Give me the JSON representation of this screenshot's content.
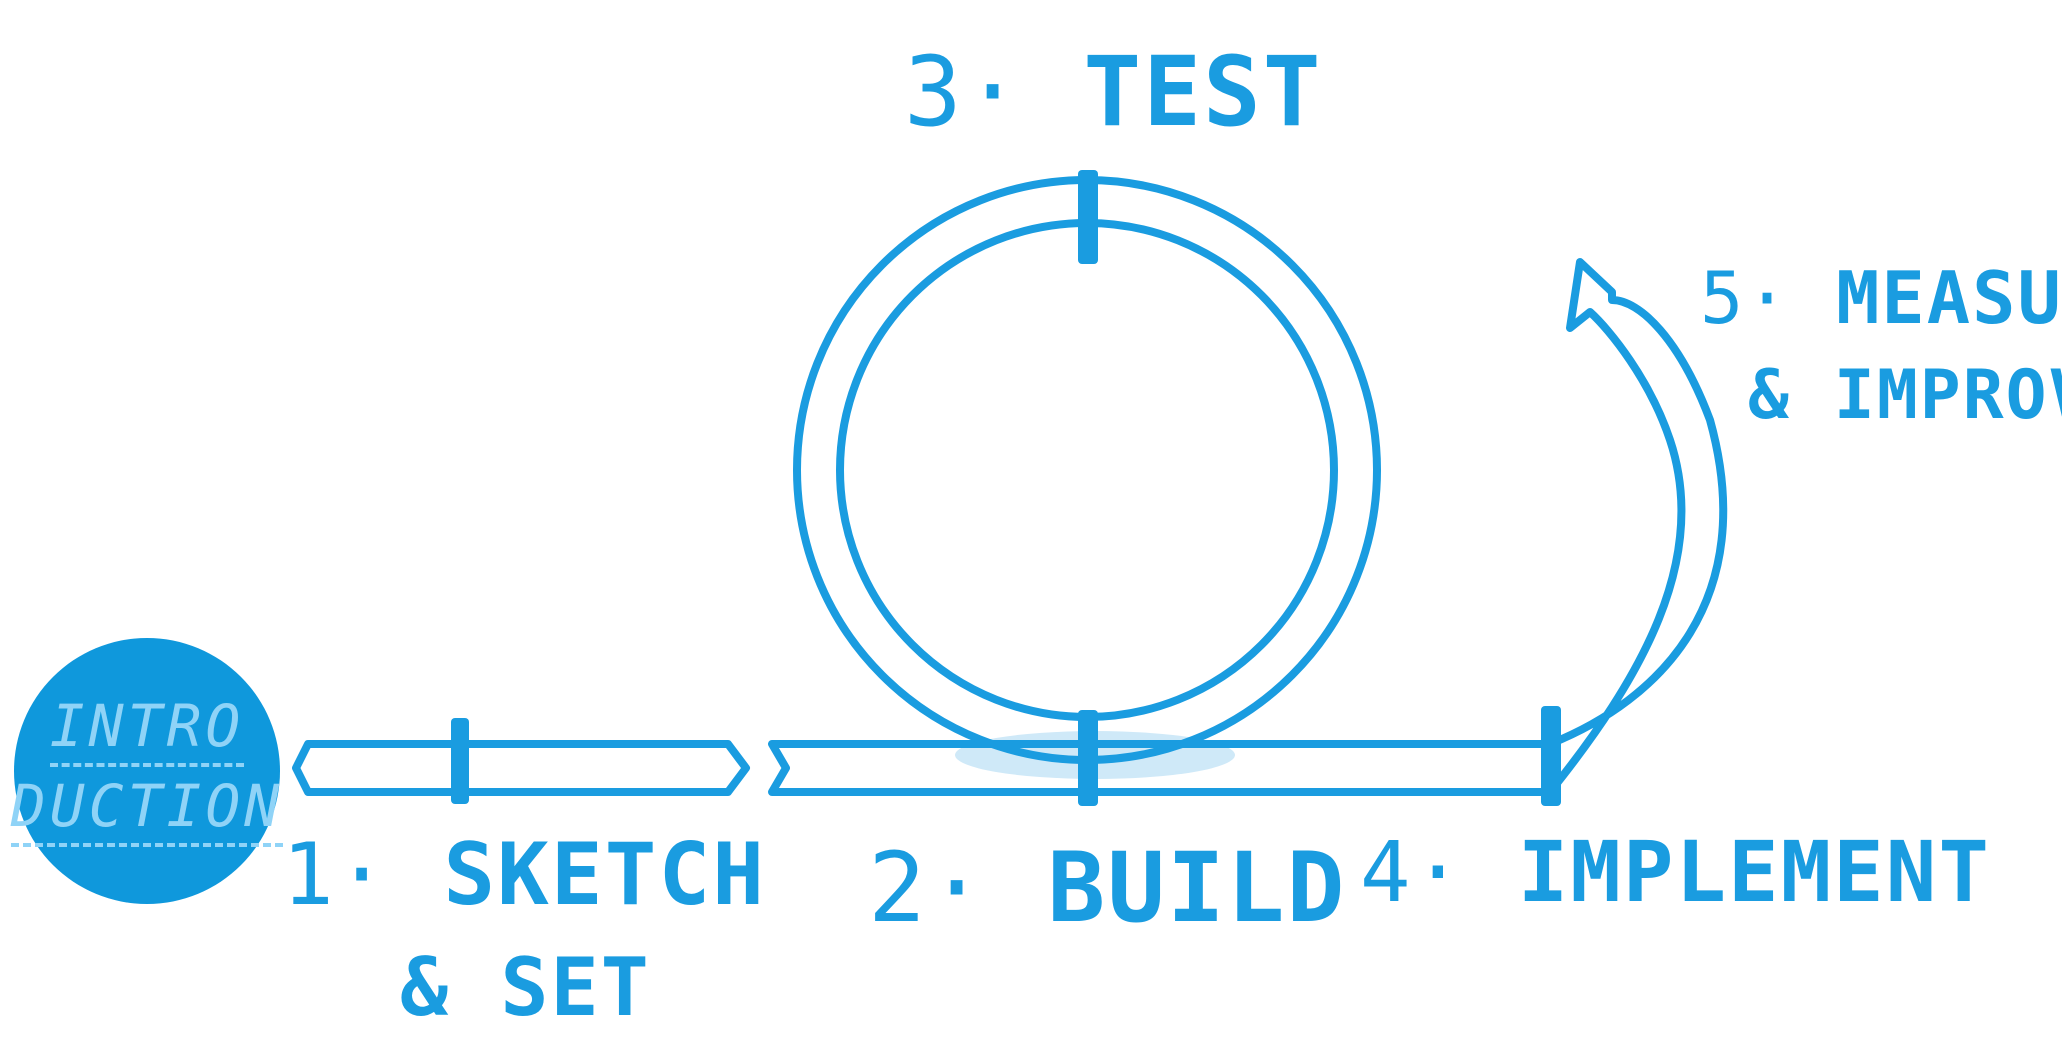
{
  "colors": {
    "stroke": "#1a9ce0",
    "intro_fill": "#0f98dc",
    "intro_text": "#8fd3f7",
    "highlight": "#cfe9f8",
    "background": "#ffffff"
  },
  "intro": {
    "line1": "INTRO",
    "line2": "DUCTION"
  },
  "steps": {
    "step1": {
      "number": "1·",
      "line1": "SKETCH",
      "line2": "& SET"
    },
    "step2": {
      "number": "2·",
      "line1": "BUILD"
    },
    "step3": {
      "number": "3·",
      "line1": "TEST"
    },
    "step4": {
      "number": "4·",
      "line1": "IMPLEMENT"
    },
    "step5": {
      "number": "5·",
      "line1": "MEASURE",
      "line2": "& IMPROVE"
    }
  }
}
